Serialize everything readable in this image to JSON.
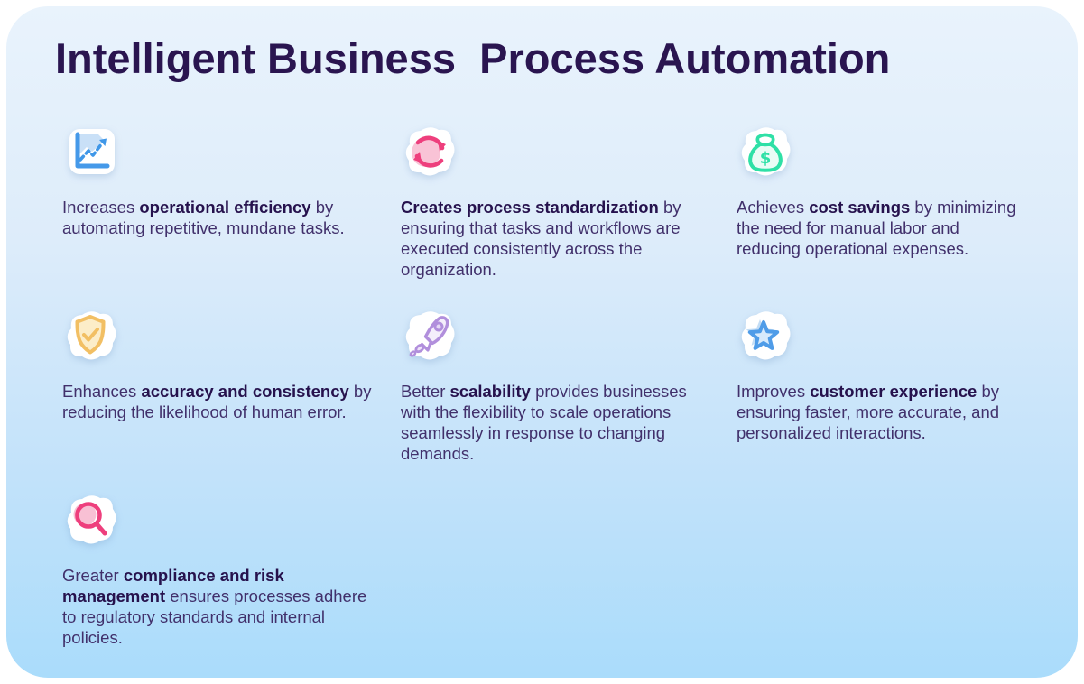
{
  "page": {
    "title": "Intelligent Business  Process Automation"
  },
  "colors": {
    "title_text": "#2a1550",
    "body_text": "#41306b",
    "bold_text": "#26124d",
    "background_top": "#e9f3fc",
    "background_bottom": "#aadcfb",
    "icon_blue": "#4599e9",
    "icon_pink": "#ee3f7d",
    "icon_pink_light": "#f9c3d6",
    "icon_green": "#2fe0a6",
    "icon_amber": "#f2bf63",
    "icon_purple": "#b18fdc"
  },
  "items": [
    {
      "icon": "line-chart-icon",
      "prefix": "Increases ",
      "bold": "operational efficiency",
      "suffix": " by automating repetitive, mundane tasks."
    },
    {
      "icon": "sync-arrows-icon",
      "prefix": "",
      "bold": "Creates process standardization",
      "suffix": " by ensuring that tasks and workflows are executed consistently across the organization."
    },
    {
      "icon": "money-bag-icon",
      "prefix": "Achieves ",
      "bold": "cost savings",
      "suffix": " by minimizing the need for manual labor and reducing operational expenses."
    },
    {
      "icon": "shield-check-icon",
      "prefix": "Enhances ",
      "bold": "accuracy and consistency",
      "suffix": " by reducing the likelihood of human error."
    },
    {
      "icon": "rocket-icon",
      "prefix": "Better ",
      "bold": "scalability",
      "suffix": " provides businesses with the flexibility to scale operations seamlessly in response to changing demands."
    },
    {
      "icon": "star-icon",
      "prefix": "Improves ",
      "bold": "customer experience",
      "suffix": " by ensuring faster, more accurate, and personalized interactions."
    },
    {
      "icon": "magnifier-icon",
      "prefix": "Greater ",
      "bold": "compliance and risk management",
      "suffix": " ensures processes adhere to regulatory standards and internal policies."
    }
  ]
}
